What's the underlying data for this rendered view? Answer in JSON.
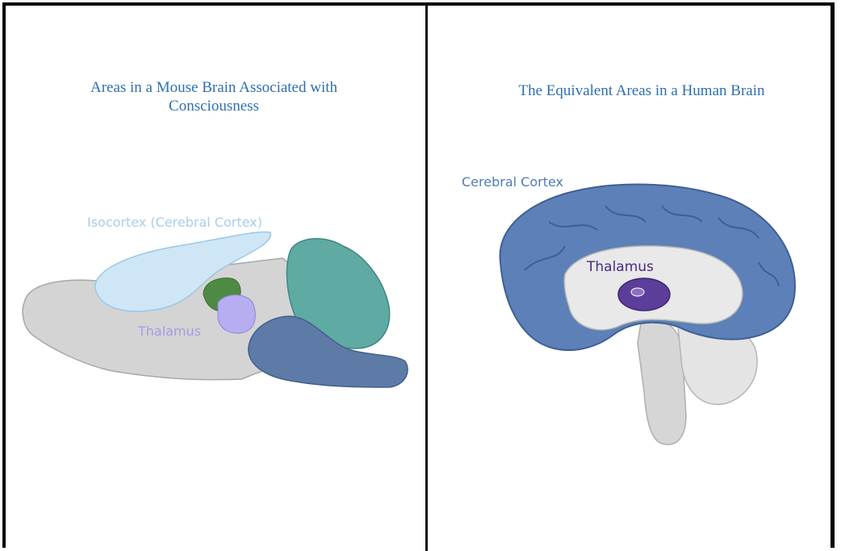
{
  "left_panel": {
    "title": "Areas in a Mouse Brain Associated with Consciousness",
    "labels": {
      "isocortex": "Isocortex (Cerebral Cortex)",
      "thalamus": "Thalamus"
    }
  },
  "right_panel": {
    "title": "The Equivalent Areas in a Human Brain",
    "labels": {
      "cerebral_cortex": "Cerebral Cortex",
      "thalamus": "Thalamus"
    }
  },
  "colors": {
    "title": "#2f6fb0",
    "isocortex_fill": "#cfe6f6",
    "mouse_thalamus_fill": "#b6aef0",
    "mouse_green_region": "#4f8a45",
    "mouse_cerebellum": "#5faaa2",
    "mouse_brainstem": "#5e7aa6",
    "mouse_base": "#d4d4d4",
    "human_cortex": "#5d80b8",
    "human_thalamus": "#5c3d99",
    "human_gray": "#dcdcdc"
  }
}
